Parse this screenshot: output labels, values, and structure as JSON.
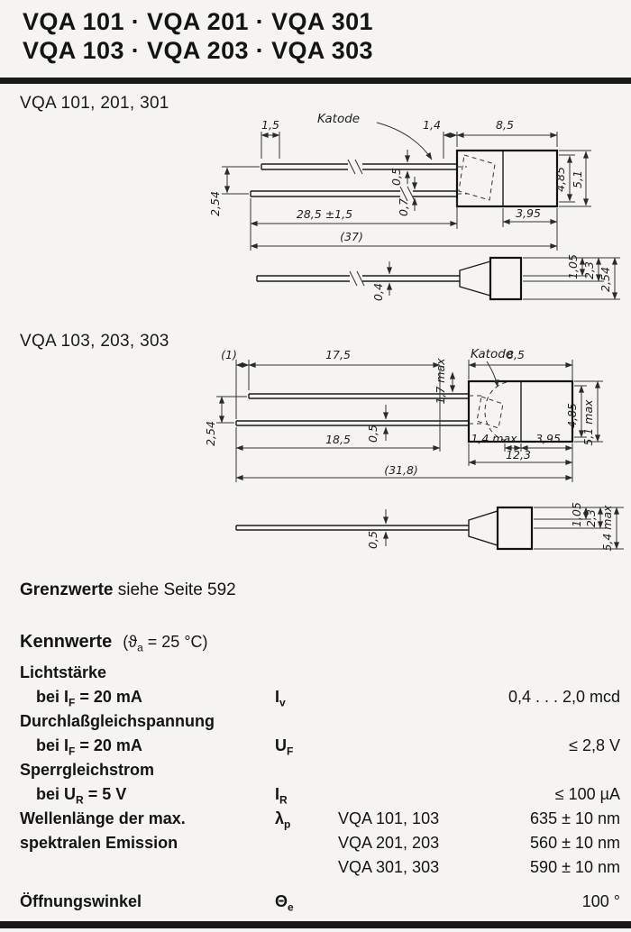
{
  "header": {
    "line1": "VQA 101 · VQA 201 · VQA 301",
    "line2": "VQA 103 · VQA 203 · VQA 303"
  },
  "figure1": {
    "title": "VQA 101, 201, 301",
    "katode_label": "Katode",
    "dims": {
      "lead_tip": "1,5",
      "lead_to_body": "1,4",
      "body_length": "8,5",
      "lead_thickness_top": "0,5",
      "lead_thickness_bottom": "0,7",
      "lead_length": "28,5 ±1,5",
      "overall_length": "(37)",
      "lead_pitch": "2,54",
      "body_width_inner": "4,85",
      "body_width": "5,1",
      "body_front_length": "3,95",
      "side_step": "1,05",
      "side_depth_front": "2,3",
      "side_depth": "2,54",
      "side_lead_thickness": "0,4"
    }
  },
  "figure2": {
    "title": "VQA 103, 203, 303",
    "katode_label": "Katode",
    "dims": {
      "tip_offset": "(1)",
      "lead_top_length": "17,5",
      "crank_height": "1,7 max",
      "body_length": "8,5",
      "lead_pitch": "2,54",
      "lead_thickness": "0,5",
      "body_width_inner": "4,85",
      "body_width": "5,1 max",
      "lead_bottom_length": "18,5",
      "dome_front": "1,4 max",
      "body_front_length": "3,95",
      "body_overall": "12,3",
      "overall_length": "(31,8)",
      "side_lead_thickness": "0,5",
      "side_step": "1,05",
      "side_depth_front": "2,3",
      "side_depth": "5,4 max"
    }
  },
  "grenzwerte": {
    "bold": "Grenzwerte",
    "rest": "siehe Seite 592"
  },
  "kennwerte": {
    "heading": "Kennwerte",
    "cond_pre": "(ϑ",
    "cond_sub": "a",
    "cond_post": " = 25 °C)",
    "lichtstaerke": {
      "label": "Lichtstärke",
      "cond_pre": "bei I",
      "cond_sub": "F",
      "cond_post": " = 20 mA",
      "sym": "I",
      "sym_sub": "v",
      "value": "0,4 . . . 2,0 mcd"
    },
    "durchlassspannung": {
      "label": "Durchlaßgleichspannung",
      "cond_pre": "bei I",
      "cond_sub": "F",
      "cond_post": " = 20 mA",
      "sym": "U",
      "sym_sub": "F",
      "value": "≤ 2,8 V"
    },
    "sperrstrom": {
      "label": "Sperrgleichstrom",
      "cond_pre": "bei U",
      "cond_sub": "R",
      "cond_post": " = 5 V",
      "sym": "I",
      "sym_sub": "R",
      "value": "≤ 100 µA"
    },
    "wellenlaenge": {
      "label_line1": "Wellenlänge der max.",
      "label_line2": "spektralen Emission",
      "sym": "λ",
      "sym_sub": "p",
      "variants": [
        {
          "name": "VQA 101, 103",
          "value": "635 ± 10 nm"
        },
        {
          "name": "VQA 201, 203",
          "value": "560 ± 10 nm"
        },
        {
          "name": "VQA 301, 303",
          "value": "590 ± 10 nm"
        }
      ]
    },
    "oeffnungswinkel": {
      "label": "Öffnungswinkel",
      "sym": "Θ",
      "sym_sub": "e",
      "value": "100 °"
    }
  }
}
